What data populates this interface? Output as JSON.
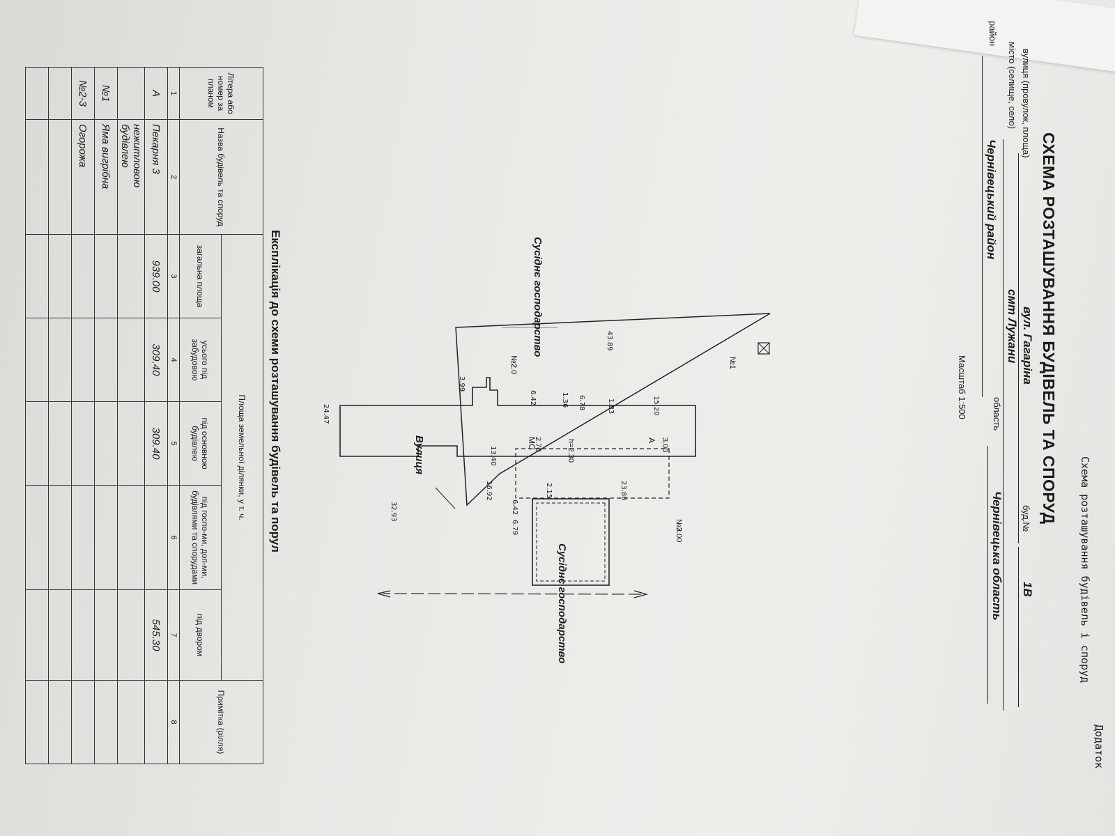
{
  "appendix": {
    "line1": "Додаток",
    "line2": "Схема розташування будівель і споруд"
  },
  "title": "СХЕМА РОЗТАШУВАННЯ БУДІВЕЛЬ ТА СПОРУД",
  "address": {
    "street_label": "вулиця (провулок, площа)",
    "street_value": "вул. Гагаріна",
    "building_label": "буд.№",
    "building_value": "1В",
    "city_label": "місто (селище, село)",
    "city_value": "смт Лужани",
    "region_label": "область",
    "region_value": "Чернівецька область",
    "district_label": "район",
    "district_value": "Чернівецький район",
    "scale": "Масштаб 1:500"
  },
  "plan": {
    "neighbor_top": "Сусіднє господарство",
    "neighbor_bottom": "Сусіднє господарство",
    "street": "Вулиця",
    "marks": {
      "no1": "№1",
      "no2": "№2",
      "no2_h": "2.0",
      "no3": "№3",
      "no3_h": "2.00",
      "a": "А",
      "a_h": "3.00",
      "mc": "МС",
      "mc_h": "2.70",
      "h": "h=2.30"
    },
    "dims": {
      "d4389": "43.89",
      "d2447": "24.47",
      "d3293": "32.93",
      "d399": "3.99",
      "d642a": "6.42",
      "d136": "1.36",
      "d678": "6.78",
      "d183": "1.83",
      "d1520": "15.20",
      "d2380": "23.80",
      "d1340": "13.40",
      "d1692": "16.92",
      "d215": "2.15",
      "d642b": "6.42",
      "d679": "6.79"
    }
  },
  "explication": {
    "title": "Експлікація до схеми розташування будівель та порул",
    "headers": {
      "letter": "Літера або номер за планом",
      "name": "Назва будівель та споруд",
      "area_group": "Площа земельної ділянки, у т. ч.",
      "total": "загальна площа",
      "built_total": "усього під забудовою",
      "main_building": "під основною будівлею",
      "aux": "під госпо-ми, доп-ми, будівлями та спорудами",
      "yard": "під двором",
      "note": "Примітка (рілля)"
    },
    "numbers": [
      "1",
      "2",
      "3",
      "4",
      "5",
      "6",
      "7",
      "8"
    ],
    "rows": [
      {
        "letter": "А",
        "name": "Пекарня 3",
        "total": "939.00",
        "built": "309.40",
        "main": "309.40",
        "aux": "",
        "yard": "545.30",
        "note": ""
      },
      {
        "letter": "",
        "name": "нежитловою будівлею",
        "total": "",
        "built": "",
        "main": "",
        "aux": "",
        "yard": "",
        "note": ""
      },
      {
        "letter": "№1",
        "name": "Яма вигрібна",
        "total": "",
        "built": "",
        "main": "",
        "aux": "",
        "yard": "",
        "note": ""
      },
      {
        "letter": "№2-3",
        "name": "Огорожа",
        "total": "",
        "built": "",
        "main": "",
        "aux": "",
        "yard": "",
        "note": ""
      },
      {
        "letter": "",
        "name": "",
        "total": "",
        "built": "",
        "main": "",
        "aux": "",
        "yard": "",
        "note": ""
      },
      {
        "letter": "",
        "name": "",
        "total": "",
        "built": "",
        "main": "",
        "aux": "",
        "yard": "",
        "note": ""
      }
    ]
  }
}
